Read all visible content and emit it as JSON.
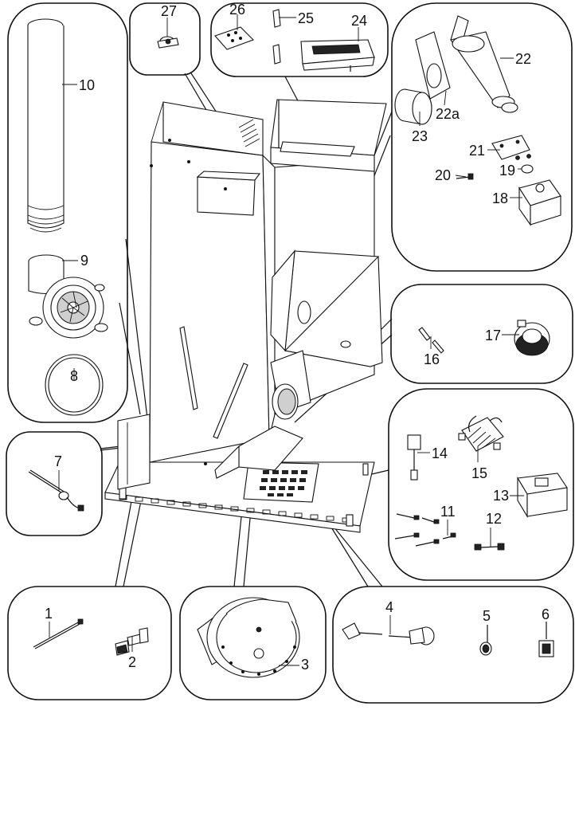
{
  "diagram": {
    "labels": [
      "1",
      "2",
      "3",
      "4",
      "5",
      "6",
      "7",
      "8",
      "9",
      "10",
      "11",
      "12",
      "13",
      "14",
      "15",
      "16",
      "17",
      "18",
      "19",
      "20",
      "21",
      "22",
      "22a",
      "23",
      "24",
      "25",
      "26",
      "27"
    ]
  }
}
